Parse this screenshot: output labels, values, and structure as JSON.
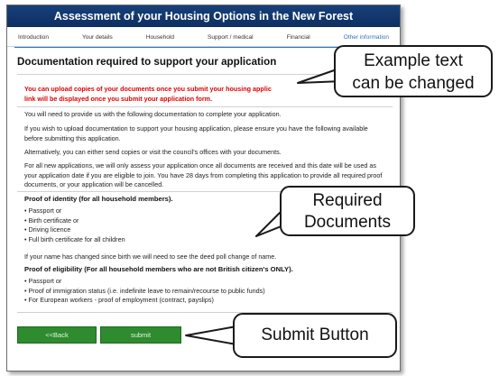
{
  "window": {
    "title": "Assessment of your Housing Options in the New Forest"
  },
  "tabs": [
    {
      "label": "Introduction",
      "active": false
    },
    {
      "label": "Your details",
      "active": false
    },
    {
      "label": "Household",
      "active": false
    },
    {
      "label": "Support / medical",
      "active": false
    },
    {
      "label": "Financial",
      "active": false
    },
    {
      "label": "Other information",
      "active": true
    }
  ],
  "page": {
    "heading": "Documentation required to support your application",
    "notice_line1": "You can upload copies of your documents once you submit your housing applic",
    "notice_line2": "link will be displayed once you submit your application form.",
    "para1": "You will need to provide us with the following documentation to complete your application.",
    "para2": "If you wish to upload documentation to support your housing application, please ensure you have the following available before submitting this application.",
    "para3": "Alternatively, you can either send copies or visit the council's offices with your documents.",
    "para4": "For all new applications, we will only assess your application once all documents are received and this date will be used as your application date if you are eligible to join. You have 28 days from completing this application to provide all required proof documents, or your application will be cancelled.",
    "identity_heading": "Proof of identity (for all household members).",
    "identity_items": [
      "Passport or",
      "Birth certificate or",
      "Driving licence",
      "Full birth certificate for all children"
    ],
    "name_change_note": "If your name has changed since birth we will need to see the deed poll change of name.",
    "eligibility_heading": "Proof of eligibility (For all household members who are not British citizen's ONLY).",
    "eligibility_items": [
      "Passport or",
      "Proof of immigration status (i.e. indefinite leave to remain/recourse to public funds)",
      "For European workers - proof of employment (contract, payslips)"
    ]
  },
  "buttons": {
    "back_label": "<<Back",
    "submit_label": "submit"
  },
  "callouts": {
    "example_line1": "Example text",
    "example_line2": "can be changed",
    "required_line1": "Required",
    "required_line2": "Documents",
    "submit": "Submit Button"
  }
}
